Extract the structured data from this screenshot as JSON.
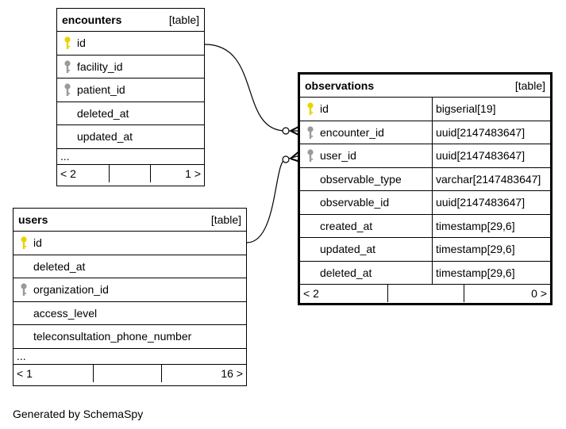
{
  "tables": {
    "encounters": {
      "name": "encounters",
      "tag": "[table]",
      "rows": [
        {
          "col": "id",
          "key": "primary"
        },
        {
          "col": "facility_id",
          "key": "foreign"
        },
        {
          "col": "patient_id",
          "key": "foreign"
        },
        {
          "col": "deleted_at",
          "key": ""
        },
        {
          "col": "updated_at",
          "key": ""
        }
      ],
      "more": "...",
      "footer": {
        "parents": "< 2",
        "mid": "",
        "children": "1 >"
      }
    },
    "users": {
      "name": "users",
      "tag": "[table]",
      "rows": [
        {
          "col": "id",
          "key": "primary"
        },
        {
          "col": "deleted_at",
          "key": ""
        },
        {
          "col": "organization_id",
          "key": "foreign"
        },
        {
          "col": "access_level",
          "key": ""
        },
        {
          "col": "teleconsultation_phone_number",
          "key": ""
        }
      ],
      "more": "...",
      "footer": {
        "parents": "< 1",
        "mid": "",
        "children": "16 >"
      }
    },
    "observations": {
      "name": "observations",
      "tag": "[table]",
      "rows": [
        {
          "col": "id",
          "type": "bigserial[19]",
          "key": "primary"
        },
        {
          "col": "encounter_id",
          "type": "uuid[2147483647]",
          "key": "foreign"
        },
        {
          "col": "user_id",
          "type": "uuid[2147483647]",
          "key": "foreign"
        },
        {
          "col": "observable_type",
          "type": "varchar[2147483647]",
          "key": ""
        },
        {
          "col": "observable_id",
          "type": "uuid[2147483647]",
          "key": ""
        },
        {
          "col": "created_at",
          "type": "timestamp[29,6]",
          "key": ""
        },
        {
          "col": "updated_at",
          "type": "timestamp[29,6]",
          "key": ""
        },
        {
          "col": "deleted_at",
          "type": "timestamp[29,6]",
          "key": ""
        }
      ],
      "footer": {
        "parents": "< 2",
        "mid": "",
        "children": "0 >"
      }
    }
  },
  "colors": {
    "primary_key": "#e8d400",
    "foreign_key": "#9a9a9a",
    "line": "#000000"
  },
  "generated": "Generated by SchemaSpy"
}
